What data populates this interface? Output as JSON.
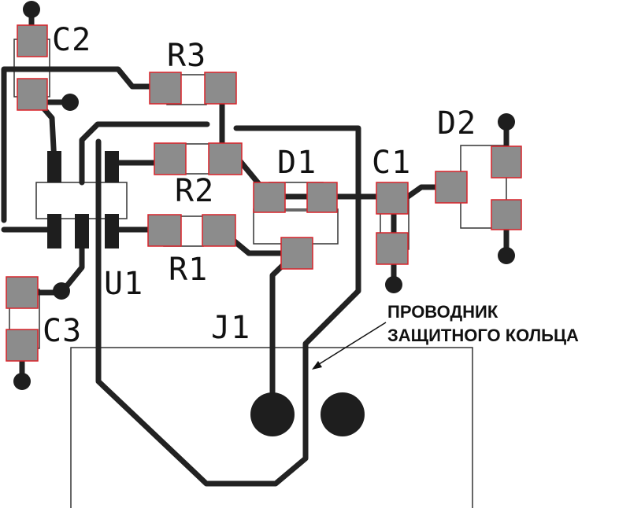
{
  "labels": {
    "c2": "C2",
    "r3": "R3",
    "d2": "D2",
    "d1": "D1",
    "c1": "C1",
    "r2": "R2",
    "r1": "R1",
    "u1": "U1",
    "c3": "C3",
    "j1": "J1"
  },
  "annotation": {
    "line1": "ПРОВОДНИК",
    "line2": "ЗАЩИТНОГО КОЛЬЦА"
  },
  "colors": {
    "trace": "#222222",
    "pad_fill": "#8c8c8c",
    "pad_border": "#d8232a",
    "silkscreen": "#111111"
  }
}
